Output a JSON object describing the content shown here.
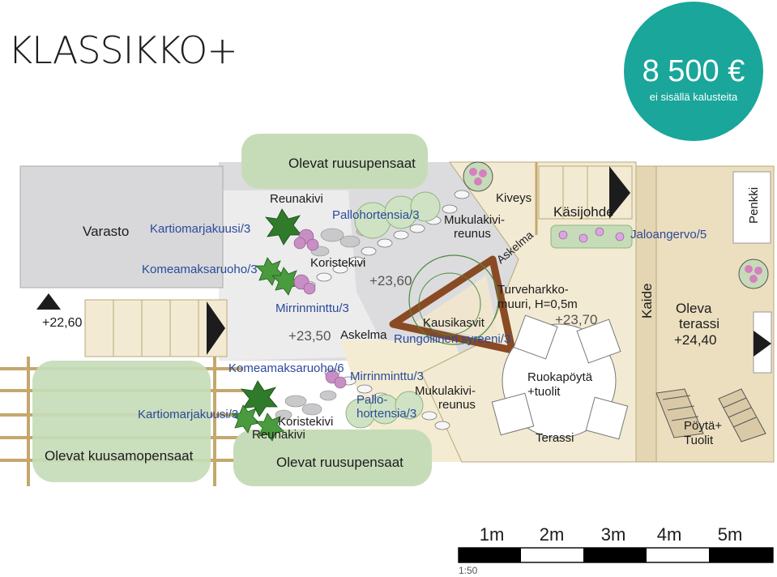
{
  "title": "KLASSIKKO+",
  "price": {
    "amount": "8 500 €",
    "note": "ei sisällä kalusteita"
  },
  "plan": {
    "varasto": "Varasto",
    "level_2260": "+22,60",
    "kartio_top": "Kartiomarjakuusi/3",
    "komea_top": "Komeamaksaruoho/3",
    "ruusu_top": "Olevat ruusupensaat",
    "reunakivi_top": "Reunakivi",
    "pallohort_top": "Pallohortensia/3",
    "koristekivi_top": "Koristekivi",
    "level_2360": "+23,60",
    "mirrin_top": "Mirrinminttu/3",
    "level_2350": "+23,50",
    "askelma_left": "Askelma",
    "kiveys": "Kiveys",
    "mukula_top_1": "Mukulakivi-",
    "mukula_top_2": "reunus",
    "kasijohde": "Käsijohde",
    "askelma_diag": "Askelma",
    "jaloangervo": "Jaloangervo/5",
    "penkki": "Penkki",
    "turve_1": "Turveharkko-",
    "turve_2": "muuri, H=0,5m",
    "level_2370": "+23,70",
    "kausikasvit": "Kausikasvit",
    "syreeni": "Rungollinen syreeni/3",
    "kaide": "Kaide",
    "oleva_1": "Oleva",
    "oleva_2": "terassi",
    "oleva_3": "+24,40",
    "komea_bottom": "Komeamaksaruoho/6",
    "mirrin_bottom": "Mirrinminttu/3",
    "mukula_bot_1": "Mukulakivi-",
    "mukula_bot_2": "reunus",
    "pallo_bot_1": "Pallo-",
    "pallo_bot_2": "hortensia/3",
    "kartio_bottom": "Kartiomarjakuusi/3",
    "koristekivi_bottom": "Koristekivi",
    "reunakivi_bottom": "Reunakivi",
    "kuusamo": "Olevat kuusamopensaat",
    "ruusu_bottom": "Olevat ruusupensaat",
    "ruoka_1": "Ruokapöytä",
    "ruoka_2": "+tuolit",
    "terassi": "Terassi",
    "poyta_1": "Pöytä+",
    "poyta_2": "Tuolit"
  },
  "scale": {
    "ticks": [
      "1m",
      "2m",
      "3m",
      "4m",
      "5m"
    ],
    "ratio": "1:50"
  },
  "colors": {
    "accent": "#1aa69a",
    "label": "#2c4a9c",
    "hedge": "#c6dcb8",
    "gravel": "#d9d9db",
    "deck": "#f3ead3",
    "wood": "#e4d6b3",
    "wall": "#8a4a24"
  }
}
